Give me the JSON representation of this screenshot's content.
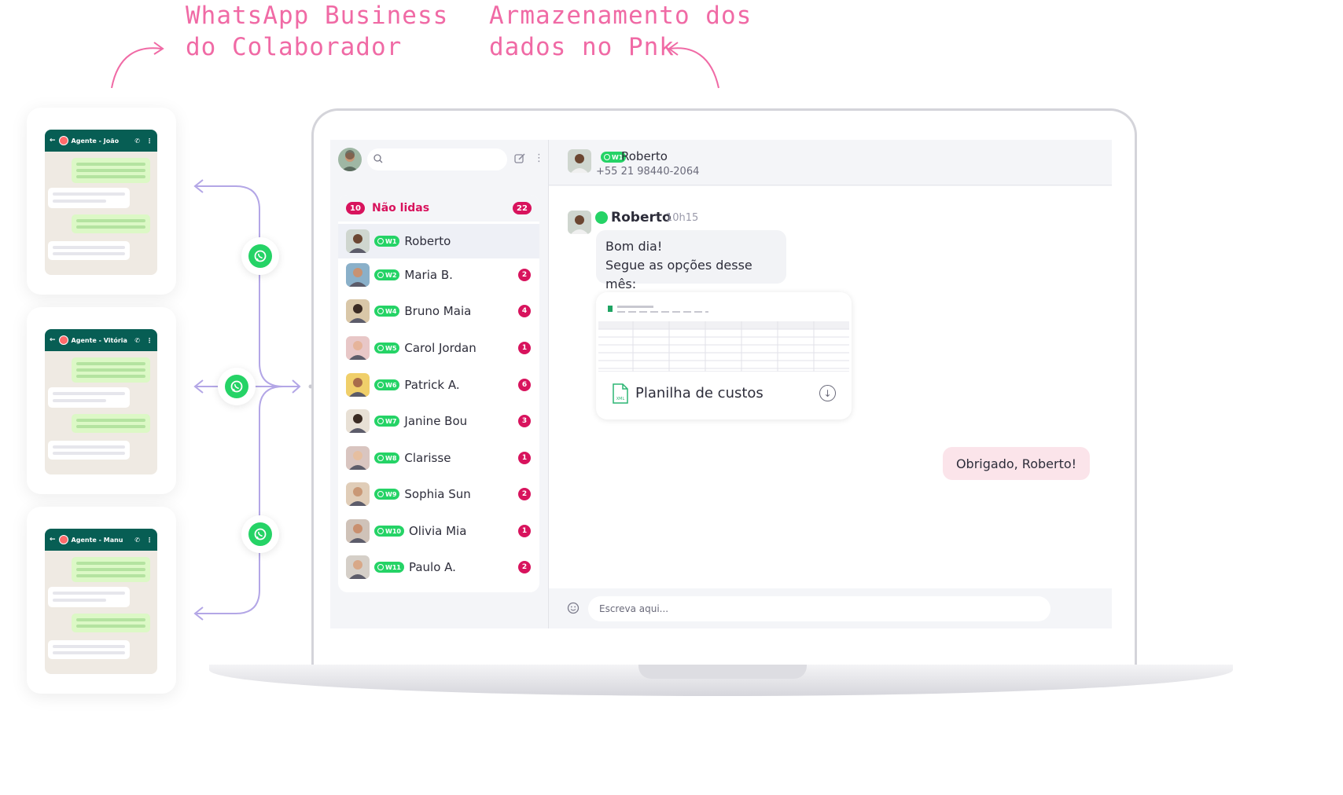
{
  "headlines": {
    "left": [
      "WhatsApp Business",
      "do Colaborador"
    ],
    "right": [
      "Armazenamento dos",
      "dados no Pnk"
    ]
  },
  "phones": [
    {
      "agent": "Agente - João"
    },
    {
      "agent": "Agente - Vitória"
    },
    {
      "agent": "Agente - Manu"
    }
  ],
  "sidebar": {
    "search_placeholder": "",
    "unread": {
      "left_count": "10",
      "label": "Não lidas",
      "right_count": "22"
    },
    "contacts": [
      {
        "tag": "W1",
        "name": "Roberto",
        "count": "",
        "selected": true
      },
      {
        "tag": "W2",
        "name": "Maria B.",
        "count": "2"
      },
      {
        "tag": "W4",
        "name": "Bruno Maia",
        "count": "4"
      },
      {
        "tag": "W5",
        "name": "Carol Jordan",
        "count": "1"
      },
      {
        "tag": "W6",
        "name": "Patrick A.",
        "count": "6"
      },
      {
        "tag": "W7",
        "name": "Janine Bou",
        "count": "3"
      },
      {
        "tag": "W8",
        "name": "Clarisse",
        "count": "1"
      },
      {
        "tag": "W9",
        "name": "Sophia Sun",
        "count": "2"
      },
      {
        "tag": "W10",
        "name": "Olivia Mia",
        "count": "1"
      },
      {
        "tag": "W11",
        "name": "Paulo A.",
        "count": "2"
      }
    ]
  },
  "chat": {
    "header": {
      "tag": "W1",
      "name": "Roberto",
      "phone": "+55 21 98440-2064"
    },
    "sender": {
      "name": "Roberto",
      "time": "10h15"
    },
    "message_lines": [
      "Bom dia!",
      "Segue as opções desse mês:"
    ],
    "file": {
      "icon_label": "XML",
      "name": "Planilha de custos"
    },
    "reply": "Obrigado, Roberto!",
    "composer_placeholder": "Escreva aqui..."
  },
  "colors": {
    "accent_pink": "#f06aa5",
    "badge": "#d8135d",
    "whatsapp_green": "#25d366",
    "whatsapp_dark": "#075e54"
  },
  "icons": [
    "whatsapp-icon",
    "search-icon",
    "edit-icon",
    "more-icon",
    "emoji-icon",
    "download-icon",
    "file-xml-icon",
    "phone-icon",
    "back-arrow-icon"
  ]
}
